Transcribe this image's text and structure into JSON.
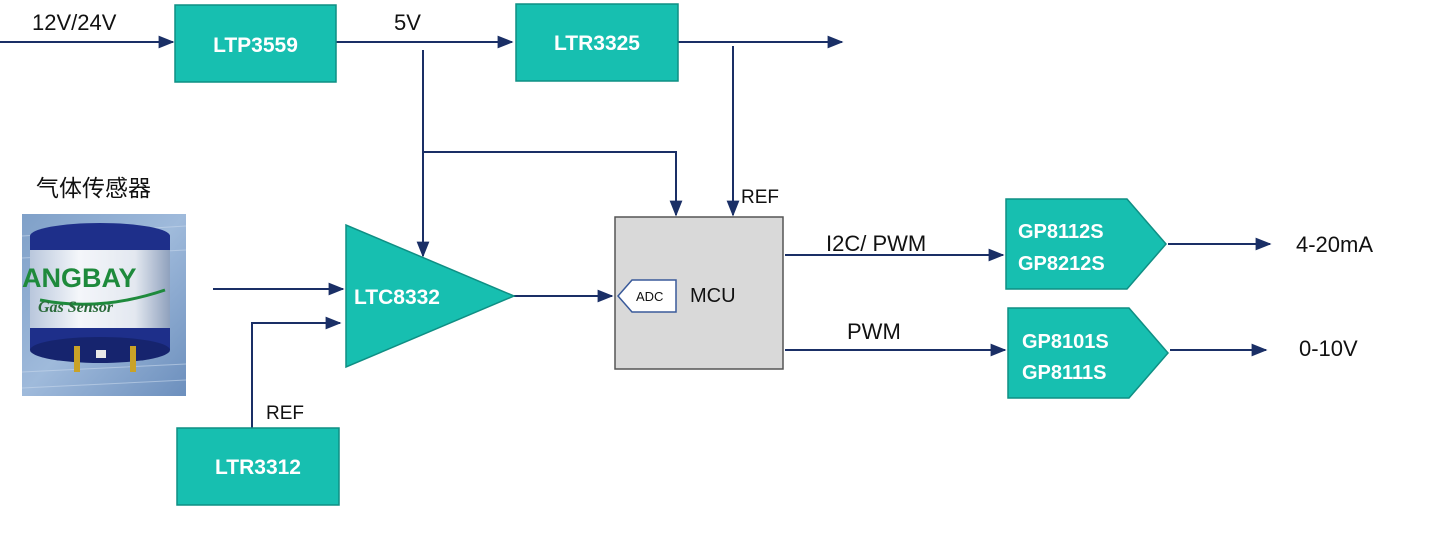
{
  "inputs": {
    "supply": "12V/24V",
    "rail_5v": "5V"
  },
  "blocks": {
    "ltp3559": "LTP3559",
    "ltr3325": "LTR3325",
    "ltr3312": "LTR3312",
    "ltc8332": "LTC8332",
    "mcu": "MCU",
    "adc": "ADC",
    "driver1_line1": "GP8112S",
    "driver1_line2": "GP8212S",
    "driver2_line1": "GP8101S",
    "driver2_line2": "GP8111S"
  },
  "labels": {
    "ref_mcu": "REF",
    "ref_ltr3312": "REF",
    "bus_i2c_pwm": "I2C/ PWM",
    "bus_pwm": "PWM",
    "out_current": "4-20mA",
    "out_voltage": "0-10V"
  },
  "sensor": {
    "title": "气体传感器",
    "brand": "ANGBAY",
    "caption": "Gas Sensor"
  },
  "colors": {
    "block_fill": "#17bfb0",
    "block_border": "#0f8f84",
    "wire": "#1a2f66",
    "mcu_fill": "#d9d9d9"
  }
}
